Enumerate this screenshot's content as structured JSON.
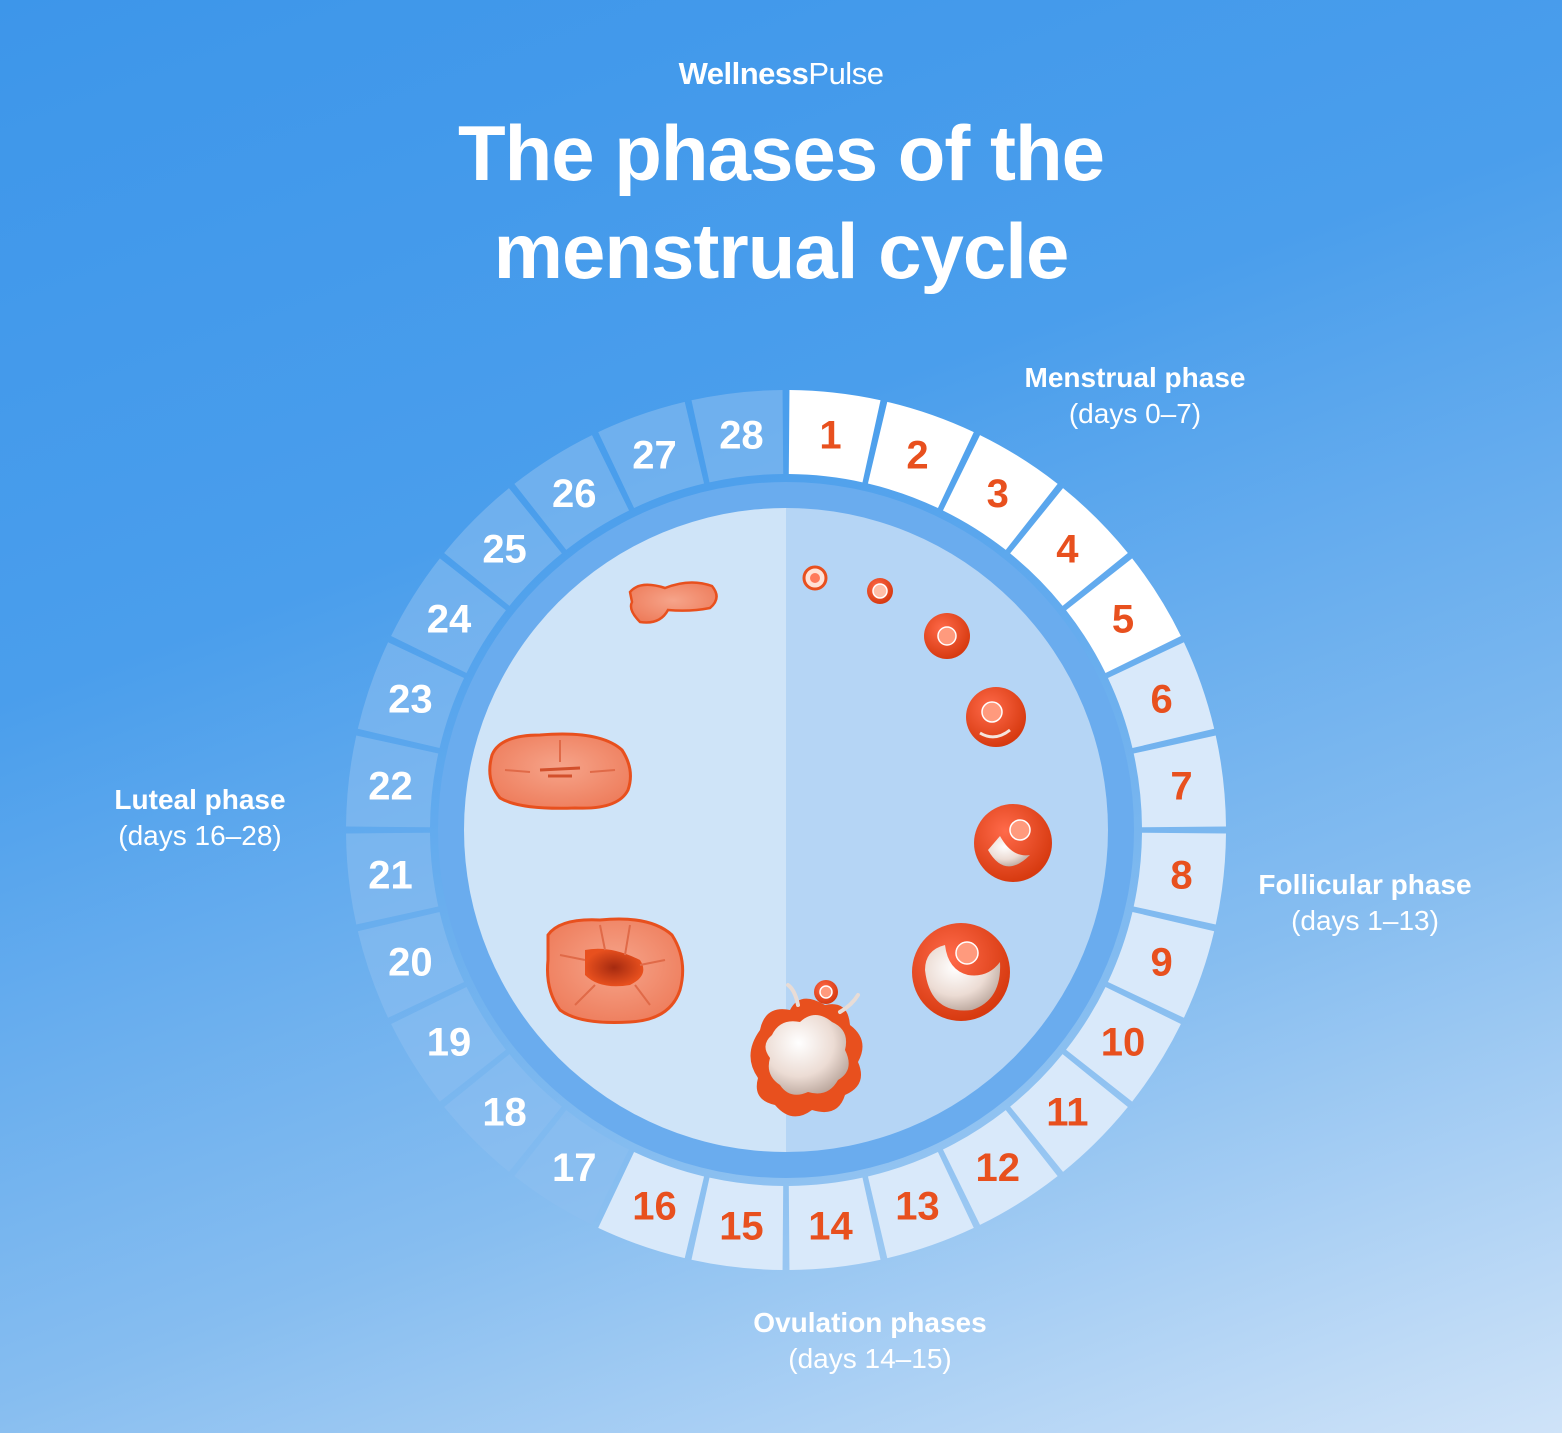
{
  "brand": {
    "part1": "Wellness",
    "part2": "Pulse"
  },
  "title": {
    "line1": "The phases of the",
    "line2": "menstrual cycle"
  },
  "phases": {
    "menstrual": {
      "name": "Menstrual phase",
      "days": "(days 0–7)"
    },
    "follicular": {
      "name": "Follicular phase",
      "days": "(days 1–13)"
    },
    "ovulation": {
      "name": "Ovulation phases",
      "days": "(days 14–15)"
    },
    "luteal": {
      "name": "Luteal phase",
      "days": "(days 16–28)"
    }
  },
  "days": [
    "1",
    "2",
    "3",
    "4",
    "5",
    "6",
    "7",
    "8",
    "9",
    "10",
    "11",
    "12",
    "13",
    "14",
    "15",
    "16",
    "17",
    "18",
    "19",
    "20",
    "21",
    "22",
    "23",
    "24",
    "25",
    "26",
    "27",
    "28"
  ],
  "colors": {
    "accent_orange": "#e8501e",
    "segment_highlight": "#ffffff",
    "segment_light": "#d9e9fa",
    "segment_faded": "#8ebff0",
    "ring": "#6aacee",
    "inner_left": "#cfe4f8",
    "inner_right": "#b5d5f5",
    "text_white": "#ffffff"
  },
  "icons": {
    "follicles": "follicle-growth-icons",
    "corpus_luteum": "corpus-luteum-icons",
    "ovulation": "ruptured-follicle-icon"
  }
}
